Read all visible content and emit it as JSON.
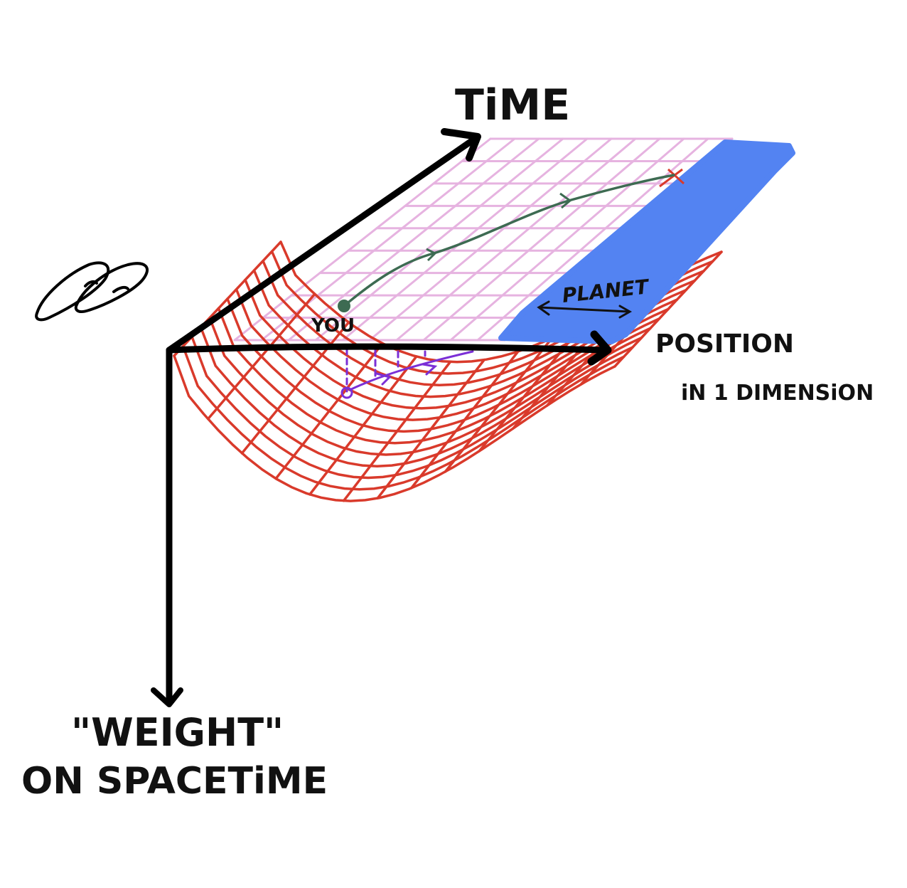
{
  "axes": {
    "time": "TiME",
    "position_line1": "POSITION",
    "position_line2": "iN 1 DIMENSiON",
    "weight_line1": "\"WEIGHT\"",
    "weight_line2": "ON SPACETiME"
  },
  "labels": {
    "you": "YOU",
    "planet": "PLANET"
  },
  "colors": {
    "axis": "#000000",
    "flat_grid": "#e6b3e0",
    "curved_grid": "#d93a2b",
    "planet": "#5383f2",
    "worldline": "#3d6b52",
    "projected_path": "#7b2fd6",
    "footprints": "#000000"
  },
  "icons": [
    "footprints-icon"
  ]
}
